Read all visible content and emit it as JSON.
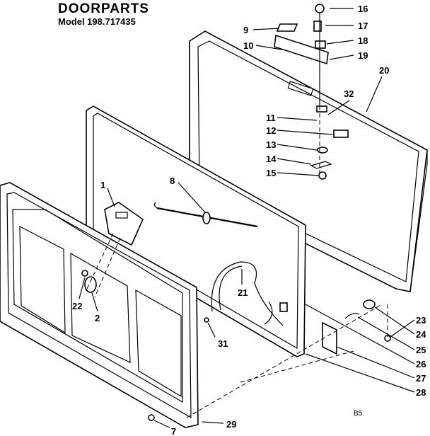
{
  "header": {
    "title": "DOORPARTS",
    "model": "Model 198.717435"
  },
  "footer_code": "B5",
  "callouts": [
    "1",
    "2",
    "7",
    "8",
    "9",
    "10",
    "11",
    "12",
    "13",
    "14",
    "15",
    "16",
    "17",
    "18",
    "19",
    "20",
    "21",
    "22",
    "23",
    "24",
    "25",
    "26",
    "27",
    "28",
    "29",
    "31",
    "32"
  ]
}
